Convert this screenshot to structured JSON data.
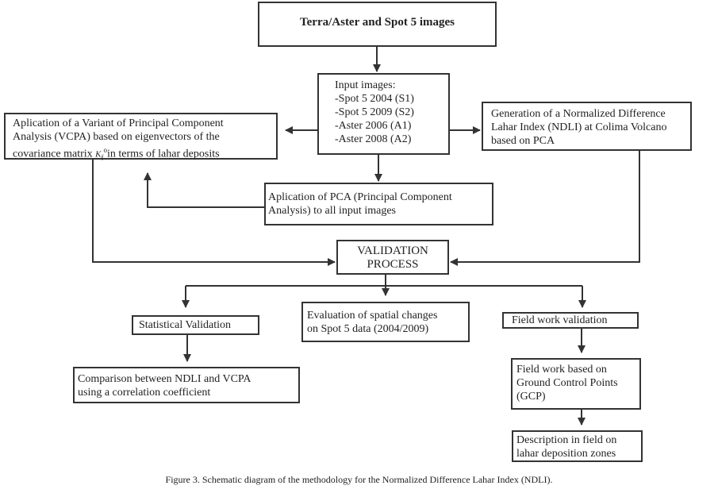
{
  "nodes": {
    "source": {
      "lines": [
        "Terra/Aster and Spot 5 images"
      ]
    },
    "inputs": {
      "lines": [
        "Input images:",
        "-Spot 5  2004 (S1)",
        "-Spot 5  2009 (S2)",
        "-Aster  2006 (A1)",
        "-Aster  2008 (A2)"
      ]
    },
    "vcpa": {
      "line1": "Aplication of a Variant of Principal Component",
      "line2": "Analysis  (VCPA) based on eigenvectors of the",
      "line3_before": "covariance matrix ",
      "matrix_symbol": "K",
      "matrix_sub": "f",
      "matrix_sup": "o",
      "line3_after": "in terms of lahar deposits"
    },
    "ndli": {
      "lines": [
        "Generation of a Normalized Difference",
        "Lahar Index (NDLI) at Colima Volcano",
        "based on PCA"
      ]
    },
    "pca": {
      "lines": [
        "Aplication of PCA (Principal Component",
        "Analysis) to all input images"
      ]
    },
    "validation": {
      "lines": [
        "VALIDATION",
        "PROCESS"
      ]
    },
    "statistical": {
      "lines": [
        "Statistical Validation"
      ]
    },
    "spatial": {
      "lines": [
        "Evaluation of spatial changes",
        "on Spot 5 data (2004/2009)"
      ]
    },
    "fieldwork": {
      "lines": [
        "Field work validation"
      ]
    },
    "comparison": {
      "lines": [
        "Comparison  between NDLI and VCPA",
        "using a correlation coefficient"
      ]
    },
    "gcp": {
      "lines": [
        "Field work based on",
        "Ground Control Points",
        "(GCP)"
      ]
    },
    "description": {
      "lines": [
        "Description in field on",
        "lahar deposition zones"
      ]
    }
  },
  "caption": "Figure 3. Schematic diagram of the methodology for the Normalized Difference Lahar Index (NDLI)."
}
